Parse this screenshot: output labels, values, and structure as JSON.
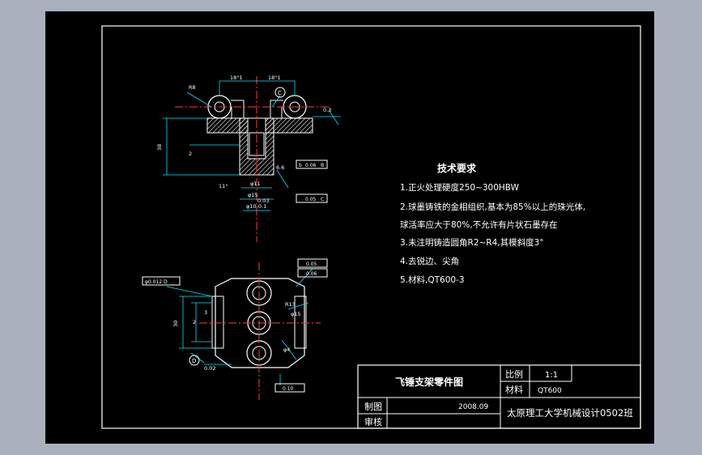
{
  "colors": {
    "background": "#a9b1bd",
    "canvas": "#000000",
    "outline": "#ffffff",
    "section": "#ffffff",
    "centerline": "#ff3b3b",
    "dimension": "#00e5ff"
  },
  "tech": {
    "heading": "技术要求",
    "items": [
      "1.正火处理硬度250~300HBW",
      "2.球墨铸铁的金相组织,基本为85%以上的珠光体,",
      "球活率应大于80%,不允许有片状石墨存在",
      "3.未注明铸造圆角R2~R4,其模斜度3°",
      "4.去锐边、尖角",
      "5.材料,QT600-3"
    ]
  },
  "title_block": {
    "part_name": "飞锤支架零件图",
    "scale_label": "比例",
    "scale_value": "1:1",
    "material_label": "材料",
    "material_value": "QT600",
    "drawn_label": "制图",
    "check_label": "审核",
    "date": "2008.09",
    "school": "太原理工大学机械设计0502班"
  },
  "dims": {
    "top_left_r": "R8",
    "top_w1": "18°1",
    "top_w2": "18°1",
    "callout_c": "C",
    "right_tol": "0.3",
    "left_h": "38",
    "left_small": "2",
    "angle": "11°",
    "inner_l": "6.6",
    "ref_b": "b",
    "d1": "φ11",
    "d2": "φ15",
    "d3": "φ10-0.1",
    "tol_pos": "0.03",
    "ref_box_b": "0.06",
    "ref_box_c": "0.05",
    "box_b_ref": "B",
    "box_c_ref": "C",
    "flat_box": "0.05",
    "para_box": "0.06",
    "concentric": "φ0.012 D",
    "bottom_h": "30",
    "bottom_s": "2",
    "bottom_b": "3",
    "bottom_d": "D",
    "bottom_d2": "0.02",
    "perp_box": "0.10",
    "radius_r": "R13",
    "dia_small": "φ4",
    "dia_r": "φ15"
  }
}
